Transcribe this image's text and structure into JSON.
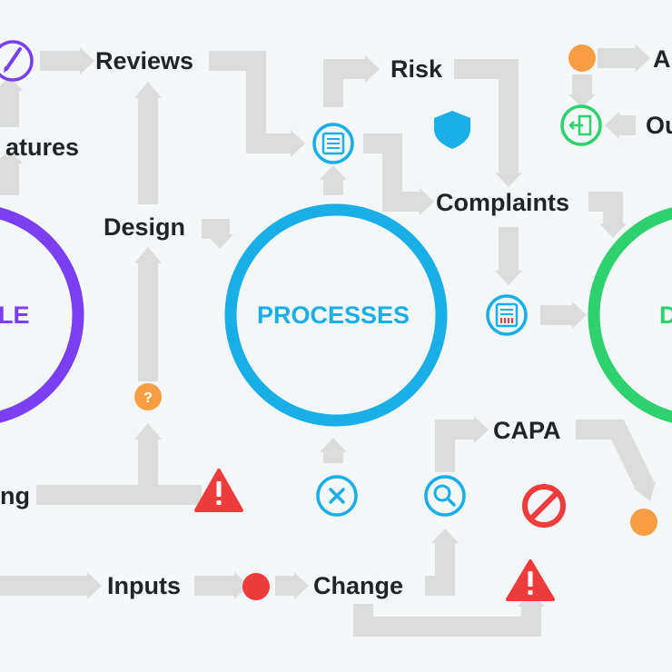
{
  "colors": {
    "background": "#f3f7f7",
    "connector": "#dcdcdc",
    "text": "#1f2428",
    "purple": "#7b3ff2",
    "blue": "#19aee6",
    "green": "#2fd16f",
    "orange": "#f79e45",
    "red": "#ee3b3b"
  },
  "hubs": {
    "left": {
      "text": "LE"
    },
    "center": {
      "text": "PROCESSES"
    },
    "right": {
      "text": "D"
    }
  },
  "labels": {
    "reviews": "Reviews",
    "features": "atures",
    "design": "Design",
    "risk": "Risk",
    "complaints": "Complaints",
    "capa": "CAPA",
    "inputs": "Inputs",
    "change": "Change",
    "training": "ng",
    "a": "A",
    "ou": "Ou"
  },
  "icons": {
    "question_mark": "?"
  }
}
